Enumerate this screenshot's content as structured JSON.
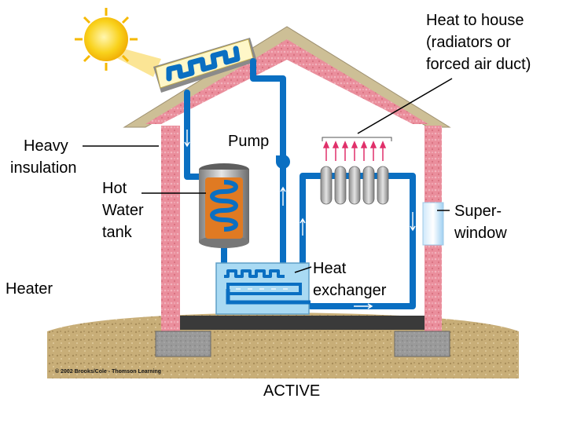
{
  "labels": {
    "heat_to_house": [
      "Heat to house",
      "(radiators or",
      "forced air duct)"
    ],
    "heavy": "Heavy",
    "insulation": "insulation",
    "pump": "Pump",
    "hot": "Hot",
    "water": "Water",
    "tank": "tank",
    "super": "Super-",
    "window": "window",
    "heater": "Heater",
    "heat": "Heat",
    "exchanger": "exchanger",
    "caption": "ACTIVE",
    "copyright": "© 2002 Brooks/Cole - Thomson Learning"
  },
  "colors": {
    "insulation_pink": "#e88a9a",
    "pipe_blue": "#0a6fc2",
    "roof_tan": "#cdbf96",
    "ground": "#c9b07a",
    "tank_orange": "#e07a22",
    "sun": "#f7c600"
  }
}
